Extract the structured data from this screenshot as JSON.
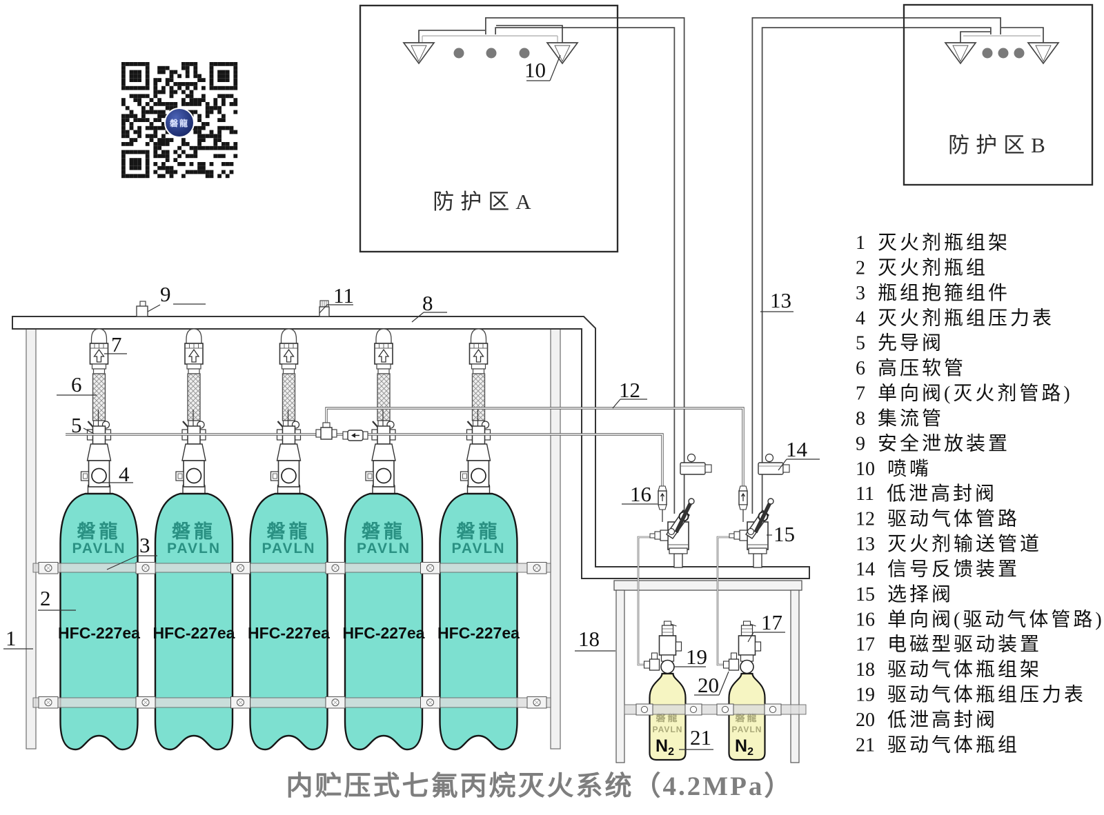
{
  "title": "内贮压式七氟丙烷灭火系统（4.2MPa）",
  "qr": {
    "logo_text": "磐龍"
  },
  "zone_a": {
    "label": "防护区A"
  },
  "zone_b": {
    "label": "防护区B"
  },
  "agent_cylinder": {
    "brand": "磐龍",
    "brand_sub": "PAVLN",
    "product": "HFC-227ea",
    "count": 5,
    "fill_color": "#7de0d0",
    "brand_color": "#2a9183"
  },
  "driver_cylinder": {
    "brand": "磐龍",
    "brand_sub": "PAVLN",
    "product": "N",
    "product_sub": "2",
    "count": 2,
    "fill_color": "#f6f5c2",
    "brand_color": "#a9a878"
  },
  "legend": {
    "items": [
      {
        "num": "1",
        "label": "灭火剂瓶组架"
      },
      {
        "num": "2",
        "label": "灭火剂瓶组"
      },
      {
        "num": "3",
        "label": "瓶组抱箍组件"
      },
      {
        "num": "4",
        "label": "灭火剂瓶组压力表"
      },
      {
        "num": "5",
        "label": "先导阀"
      },
      {
        "num": "6",
        "label": "高压软管"
      },
      {
        "num": "7",
        "label": "单向阀(灭火剂管路)"
      },
      {
        "num": "8",
        "label": "集流管"
      },
      {
        "num": "9",
        "label": "安全泄放装置"
      },
      {
        "num": "10",
        "label": "喷嘴"
      },
      {
        "num": "11",
        "label": "低泄高封阀"
      },
      {
        "num": "12",
        "label": "驱动气体管路"
      },
      {
        "num": "13",
        "label": "灭火剂输送管道"
      },
      {
        "num": "14",
        "label": "信号反馈装置"
      },
      {
        "num": "15",
        "label": "选择阀"
      },
      {
        "num": "16",
        "label": "单向阀(驱动气体管路)"
      },
      {
        "num": "17",
        "label": "电磁型驱动装置"
      },
      {
        "num": "18",
        "label": "驱动气体瓶组架"
      },
      {
        "num": "19",
        "label": "驱动气体瓶组压力表"
      },
      {
        "num": "20",
        "label": "低泄高封阀"
      },
      {
        "num": "21",
        "label": "驱动气体瓶组"
      }
    ]
  },
  "callouts": {
    "nums": [
      "1",
      "2",
      "3",
      "4",
      "5",
      "6",
      "7",
      "8",
      "9",
      "10",
      "11",
      "12",
      "13",
      "14",
      "15",
      "16",
      "17",
      "18",
      "19",
      "20",
      "21"
    ]
  }
}
